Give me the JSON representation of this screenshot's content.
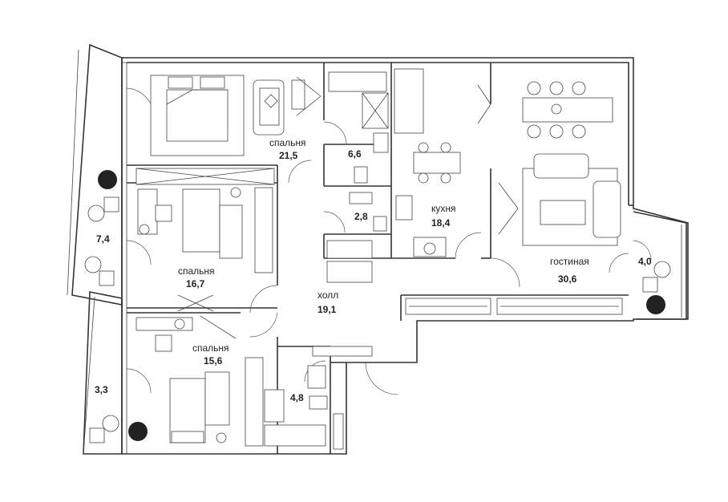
{
  "rooms": {
    "bedroom1": {
      "name": "спальня",
      "area": "21,5"
    },
    "bath1": {
      "area": "6,6"
    },
    "wc": {
      "area": "2,8"
    },
    "kitchen": {
      "name": "кухня",
      "area": "18,4"
    },
    "living": {
      "name": "гостиная",
      "area": "30,6"
    },
    "balcony_right": {
      "area": "4,0"
    },
    "balcony_left_top": {
      "area": "7,4"
    },
    "bedroom2": {
      "name": "спальня",
      "area": "16,7"
    },
    "hall": {
      "name": "холл",
      "area": "19,1"
    },
    "bedroom3": {
      "name": "спальня",
      "area": "15,6"
    },
    "bath2": {
      "area": "4,8"
    },
    "balcony_left_bottom": {
      "area": "3,3"
    }
  },
  "colors": {
    "walls": "#333333",
    "furniture": "#444444",
    "plants": "#222222"
  }
}
